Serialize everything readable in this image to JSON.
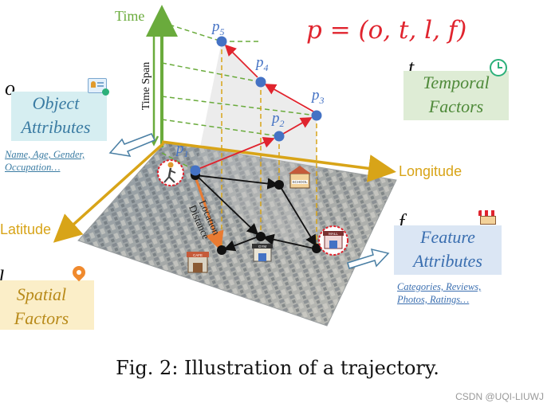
{
  "formula": "p = (o, t, l, f)",
  "points": {
    "p1": "p",
    "p2": "p",
    "p3": "p",
    "p4": "p",
    "p5": "p"
  },
  "point_subs": {
    "p1": "1",
    "p2": "2",
    "p3": "3",
    "p4": "4",
    "p5": "5"
  },
  "axes": {
    "time": "Time",
    "longitude": "Longitude",
    "latitude": "Latitude",
    "time_span": "Time Span",
    "location_distance": "Location Distance"
  },
  "map_icons": {
    "school": "SCHOOL",
    "gym": "GYM",
    "cafe": "CAFE",
    "mall": "MALL"
  },
  "boxes": {
    "object": {
      "letter": "o",
      "title1": "Object",
      "title2": "Attributes",
      "note1": "Name, Age, Gender,",
      "note2": "Occupation…"
    },
    "temporal": {
      "letter": "t",
      "title1": "Temporal",
      "title2": "Factors"
    },
    "feature": {
      "letter": "f",
      "title1": "Feature",
      "title2": "Attributes",
      "note1": "Categories, Reviews,",
      "note2": "Photos, Ratings…"
    },
    "spatial": {
      "letter": "l",
      "title1": "Spatial",
      "title2": "Factors"
    }
  },
  "colors": {
    "time_axis": "#6aab3c",
    "geo_axis": "#d8a418",
    "point": "#4472c4",
    "trajectory": "#e0242e",
    "distance": "#e97b32",
    "formula": "#e0242e",
    "object_box": "#d6eef1",
    "temporal_box": "#deecd5",
    "feature_box": "#dbe6f4",
    "spatial_box": "#fbeec8"
  },
  "caption": "Fig. 2: Illustration of a trajectory.",
  "watermark": "CSDN @UQI-LIUWJ"
}
